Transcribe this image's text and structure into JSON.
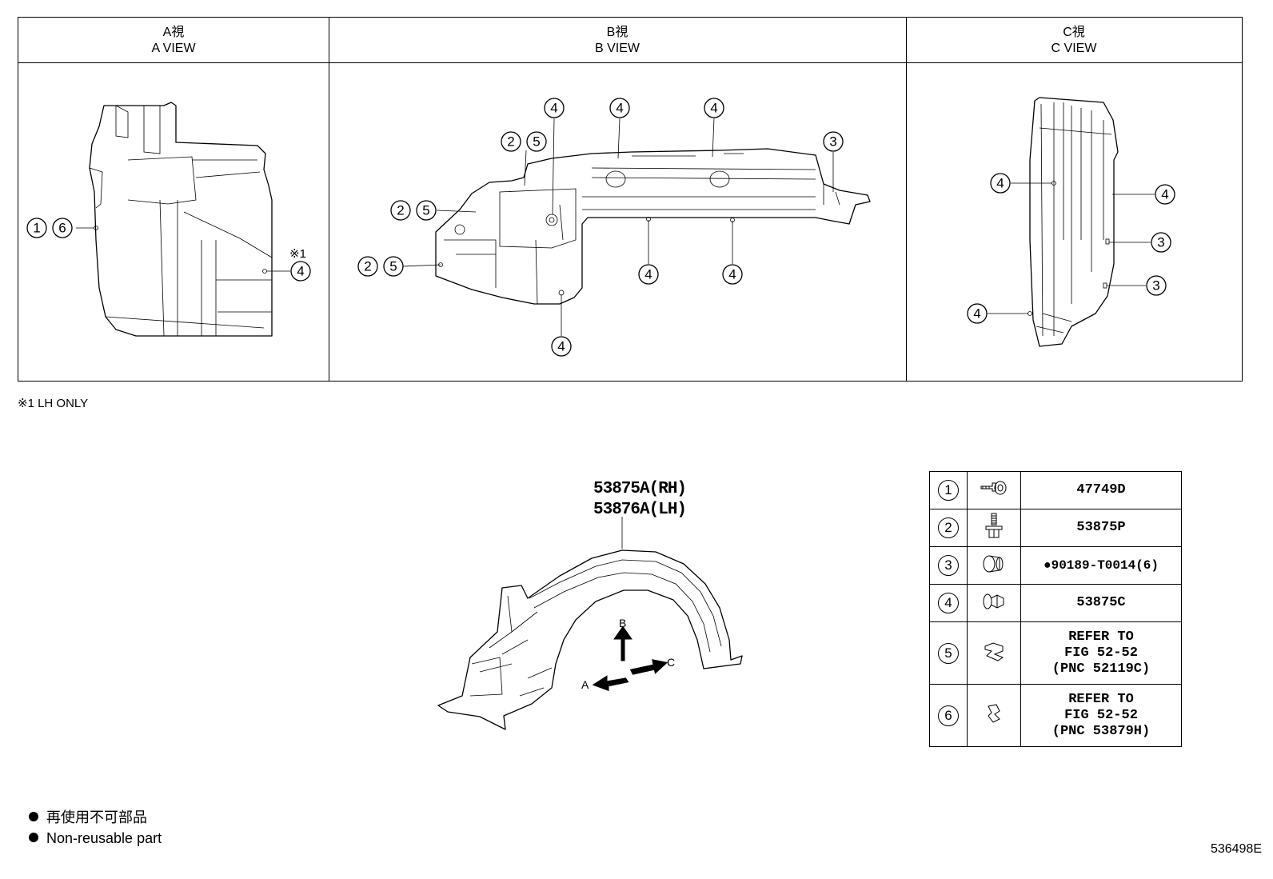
{
  "views": [
    {
      "jp": "A視",
      "en": "A VIEW"
    },
    {
      "jp": "B視",
      "en": "B VIEW"
    },
    {
      "jp": "C視",
      "en": "C VIEW"
    }
  ],
  "callouts": {
    "a_view": [
      "1",
      "6",
      "4",
      "※1"
    ],
    "b_view": [
      "4",
      "4",
      "4",
      "2",
      "5",
      "3",
      "2",
      "5",
      "2",
      "5",
      "4",
      "4",
      "4"
    ],
    "c_view": [
      "4",
      "4",
      "3",
      "3",
      "4"
    ]
  },
  "lh_note": "※1 LH ONLY",
  "main_part": {
    "rh": "53875A(RH)",
    "lh": "53876A(LH)"
  },
  "arrows": {
    "a": "A",
    "b": "B",
    "c": "C"
  },
  "legend": [
    {
      "num": "1",
      "icon": "screw-grommet-icon",
      "part": "47749D"
    },
    {
      "num": "2",
      "icon": "bolt-icon",
      "part": "53875P"
    },
    {
      "num": "3",
      "icon": "plug-clip-icon",
      "part": "●90189-T0014(6)"
    },
    {
      "num": "4",
      "icon": "push-clip-icon",
      "part": "53875C"
    },
    {
      "num": "5",
      "icon": "clip-icon",
      "part_lines": [
        "REFER TO",
        "FIG 52-52",
        "(PNC 52119C)"
      ]
    },
    {
      "num": "6",
      "icon": "nut-clip-icon",
      "part_lines": [
        "REFER TO",
        "FIG 52-52",
        "(PNC 53879H)"
      ]
    }
  ],
  "non_reusable": {
    "jp": "再使用不可部品",
    "en": "Non-reusable part"
  },
  "figure_number": "536498E"
}
